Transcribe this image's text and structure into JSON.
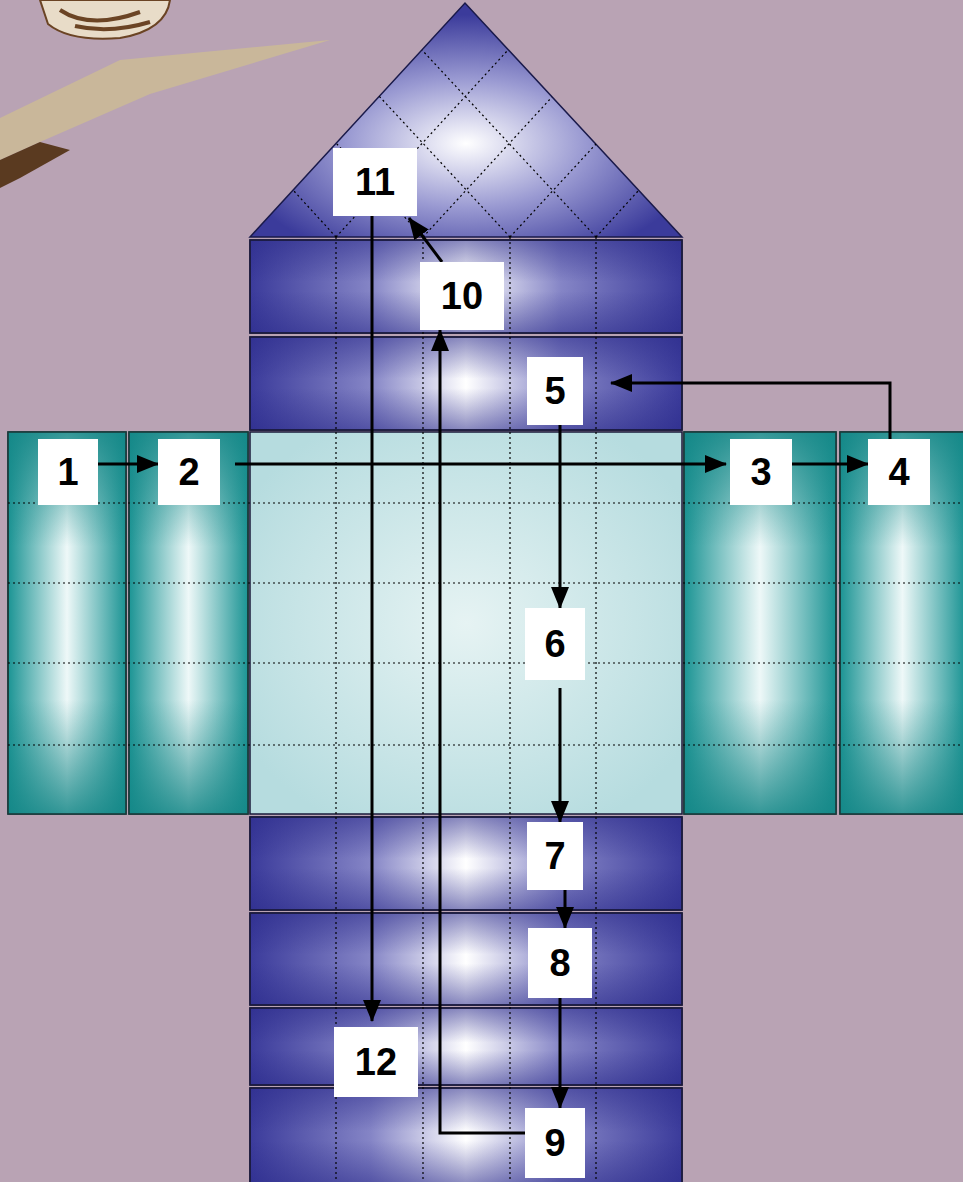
{
  "diagram": {
    "nodes": [
      {
        "text": [
          "1"
        ]
      },
      {
        "text": [
          "2"
        ]
      },
      {
        "text": [
          "3"
        ]
      },
      {
        "text": [
          "4"
        ]
      },
      {
        "text": [
          "5"
        ]
      },
      {
        "text": [
          "6"
        ]
      },
      {
        "text": [
          "7"
        ]
      },
      {
        "text": [
          "8"
        ]
      },
      {
        "text": [
          "9"
        ]
      },
      {
        "text": [
          "10"
        ]
      },
      {
        "text": [
          "11"
        ]
      },
      {
        "text": [
          "12"
        ]
      }
    ],
    "edges": [
      {
        "from": 0,
        "to": 1,
        "arrow": "to"
      },
      {
        "from": 1,
        "to": 2,
        "arrow": "to"
      },
      {
        "from": 2,
        "to": 3,
        "arrow": "to"
      },
      {
        "from": 3,
        "to": 4,
        "arrow": "to"
      },
      {
        "from": 4,
        "to": 5,
        "arrow": "to"
      },
      {
        "from": 5,
        "to": 6,
        "arrow": "to"
      },
      {
        "from": 6,
        "to": 7,
        "arrow": "to"
      },
      {
        "from": 7,
        "to": 8,
        "arrow": "to"
      },
      {
        "from": 8,
        "to": 9,
        "arrow": "to"
      },
      {
        "from": 9,
        "to": 10,
        "arrow": "to"
      },
      {
        "from": 10,
        "to": 11,
        "arrow": "to"
      }
    ]
  }
}
